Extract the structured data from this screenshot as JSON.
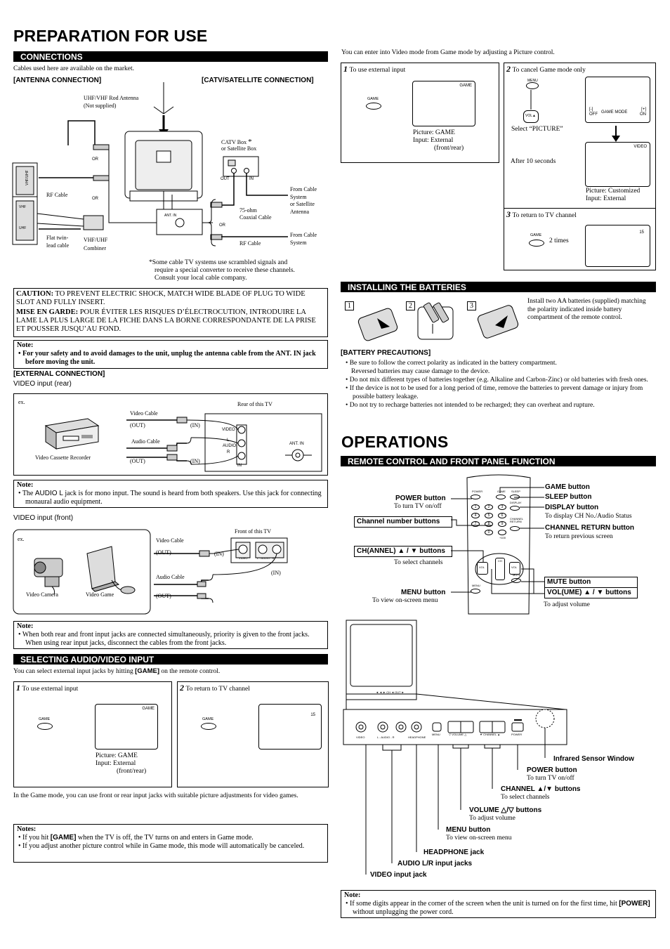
{
  "left": {
    "title": "PREPARATION FOR USE",
    "connections": {
      "heading": "CONNECTIONS",
      "intro": "Cables used here are available on the market.",
      "antenna_heading": "[ANTENNA CONNECTION]",
      "catv_heading": "[CATV/SATELLITE CONNECTION]",
      "uhf_antenna": "UHF/VHF Rod Antenna",
      "not_supplied": "(Not supplied)",
      "or": "OR",
      "rf_cable": "RF Cable",
      "vhf_uhf": "VHF/UHF",
      "vhf": "VHF",
      "uhf": "UHF",
      "flat_twin": "Flat twin-",
      "lead_cable": "lead cable",
      "combiner_1": "VHF/UHF",
      "combiner_2": "Combiner",
      "ant_in": "ANT. IN",
      "catv_box": "CATV Box",
      "asterisk": "*",
      "or_satellite_box": "or Satellite Box",
      "out": "OUT",
      "in": "IN",
      "ohm_1": "75-ohm",
      "ohm_2": "Coaxial Cable",
      "from_cable_1": "From Cable",
      "from_cable_2": "System",
      "from_cable_3": "or Satellite",
      "from_cable_4": "Antenna",
      "from_cable_b1": "From Cable",
      "from_cable_b2": "System",
      "rf_cable_2": "RF Cable",
      "footnote_mark": "*",
      "footnote_1": "Some cable TV systems use scrambled signals and",
      "footnote_2": "require a special converter to receive these channels.",
      "footnote_3": "Consult your local cable company."
    },
    "caution": {
      "caution_label": "CAUTION:",
      "caution_text": "TO PREVENT ELECTRIC SHOCK, MATCH WIDE BLADE OF PLUG TO WIDE SLOT AND FULLY INSERT.",
      "garde_label": "MISE EN GARDE:",
      "garde_text": "POUR ÉVITER LES RISQUES D’ÉLECTROCUTION, INTRODUIRE LA LAME LA PLUS LARGE DE LA FICHE DANS LA BORNE CORRESPONDANTE DE LA PRISE ET POUSSER JUSQU’AU FOND."
    },
    "note1": {
      "label": "Note:",
      "text": "For your safety and to avoid damages to the unit, unplug the antenna cable from the ANT. IN jack before moving the unit."
    },
    "external": {
      "heading": "[EXTERNAL CONNECTION]",
      "rear_label": "VIDEO input (rear)",
      "ex": "ex.",
      "vcr": "Video Cassette Recorder",
      "video_cable": "Video Cable",
      "audio_cable": "Audio Cable",
      "out": "(OUT)",
      "in": "(IN)",
      "rear_of_tv": "Rear of this TV",
      "video": "VIDEO",
      "l": "L",
      "audio": "AUDIO",
      "r": "R",
      "in_small": "IN",
      "ant_in": "ANT. IN",
      "front_label": "VIDEO input (front)",
      "camera": "Video Camera",
      "game": "Video Game",
      "front_of_tv": "Front of this TV",
      "front_video": "VIDEO",
      "front_audio": "L - AUDIO - R"
    },
    "note2": {
      "label": "Note:",
      "pre": "The ",
      "audio_l": "AUDIO L",
      "post": " jack is for mono input. The sound is heard from both speakers. Use this jack for connecting monaural audio equipment."
    },
    "note3": {
      "label": "Note:",
      "text": "When both rear and front input jacks are connected simultaneously, priority is given to the front jacks. When using rear input jacks, disconnect the cables from the front jacks."
    },
    "selecting": {
      "heading": "SELECTING AUDIO/VIDEO INPUT",
      "intro_pre": "You can select external input jacks by hitting ",
      "intro_game": "[GAME]",
      "intro_post": " on the remote control.",
      "step1_num": "1",
      "step1_text": "To use external input",
      "step2_num": "2",
      "step2_text": "To return to TV channel",
      "game": "GAME",
      "screen_game": "GAME",
      "screen_ch": "15",
      "picture_1": "Picture: GAME",
      "picture_2": "Input: External",
      "picture_3": "(front/rear)",
      "game_mode_text": "In the Game mode, you can use front or rear input jacks with suitable picture adjustments for video games."
    },
    "notes4": {
      "label": "Notes:",
      "n1_pre": "If you hit ",
      "n1_game": "[GAME]",
      "n1_post": " when the TV is off, the TV turns on and enters in Game mode.",
      "n2": "If you adjust another picture control while in Game mode, this mode will automatically be canceled."
    }
  },
  "right": {
    "intro": "You can enter into Video mode from Game mode by adjusting a Picture control.",
    "step1_num": "1",
    "step1_text": "To use external input",
    "game": "GAME",
    "screen_game": "GAME",
    "pic1": "Picture: GAME",
    "pic2": "Input: External",
    "pic3": "(front/rear)",
    "step2_num": "2",
    "step2_text": "To cancel Game mode only",
    "menu": "MENU",
    "vol": "VOL",
    "select_picture": "Select “PICTURE”",
    "gm_minus": "[-]",
    "gm_off": "OFF",
    "gm_label": "GAME MODE",
    "gm_plus": "[+]",
    "gm_on": "ON",
    "after10": "After 10 seconds",
    "screen_video": "VIDEO",
    "pic_custom": "Picture: Customized",
    "input_external": "Input: External",
    "step3_num": "3",
    "step3_text": "To return to TV channel",
    "two_times": "2 times",
    "screen_ch": "15",
    "batteries": {
      "heading": "INSTALLING THE BATTERIES",
      "n1": "1",
      "n2": "2",
      "n3": "3",
      "install_text": "Install two AA batteries (supplied) matching the polarity indicated inside battery compartment of the remote control.",
      "prec_heading": "[BATTERY PRECAUTIONS]",
      "p1": "Be sure to follow the correct polarity as indicated in the battery compartment.",
      "p1b": "Reversed batteries may cause damage to the device.",
      "p2": "Do not mix different types of batteries together (e.g. Alkaline and Carbon-Zinc) or old batteries with fresh ones.",
      "p3": "If the device is not to be used for a long period of time, remove the batteries to prevent damage or injury from possible battery leakage.",
      "p4": "Do not try to recharge batteries not intended to be recharged; they can overheat and rupture."
    },
    "operations_title": "OPERATIONS",
    "remote": {
      "heading": "REMOTE CONTROL AND FRONT PANEL FUNCTION",
      "power_btn": "POWER button",
      "power_desc": "To turn TV on/off",
      "channel_num": "Channel number buttons",
      "ch_btn": "CH(ANNEL) ▲ / ▼ buttons",
      "ch_desc": "To select channels",
      "menu_btn": "MENU button",
      "menu_desc": "To view on-screen menu",
      "game_btn": "GAME button",
      "sleep_btn": "SLEEP button",
      "display_btn": "DISPLAY button",
      "display_desc": "To display CH No./Audio Status",
      "ch_return": "CHANNEL RETURN button",
      "ch_return_desc": "To return previous screen",
      "mute_btn": "MUTE button",
      "vol_btn": "VOL(UME) ▲ / ▼ buttons",
      "vol_desc": "To adjust volume",
      "r_power": "POWER",
      "r_game": "GAME",
      "r_sleep": "SLEEP",
      "r_display": "DISPLAY",
      "r_chreturn": "CHANNEL RETURN",
      "r_menu": "MENU",
      "r_mute": "MUTE",
      "r_vol": "VOL",
      "r_ch": "CH",
      "r_plus100": "+100",
      "keys": [
        "1",
        "2",
        "3",
        "4",
        "5",
        "6",
        "7",
        "8",
        "9",
        "0"
      ]
    },
    "panel": {
      "strip": "◄ ◄ ► CH ◄ OUT ►",
      "video": "VIDEO",
      "audio": "L - AUDIO - R",
      "headphone": "HEADPHONE",
      "menu": "MENU",
      "volume": "▽ VOLUME △",
      "channel": "▼ CHANNEL ▲",
      "power": "POWER",
      "infrared": "Infrared Sensor Window",
      "power_btn": "POWER button",
      "power_desc": "To turn TV on/off",
      "channel_btn": "CHANNEL ▲/▼ buttons",
      "channel_desc": "To select channels",
      "volume_btn": "VOLUME △/▽ buttons",
      "volume_desc": "To adjust volume",
      "menu_btn": "MENU button",
      "menu_desc": "To view on-screen menu",
      "headphone_jack": "HEADPHONE jack",
      "audio_jacks": "AUDIO L/R input jacks",
      "video_jack": "VIDEO input jack"
    },
    "note": {
      "label": "Note:",
      "pre": "If some digits appear in the corner of the screen when the unit is turned on for the first time, hit ",
      "power": "[POWER]",
      "post": " without unplugging the power cord."
    }
  }
}
